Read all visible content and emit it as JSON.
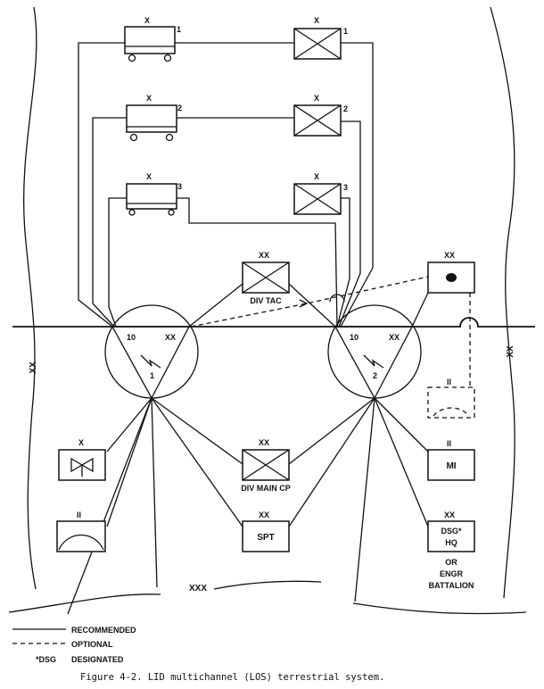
{
  "units": {
    "corps_echelon": "X",
    "division_echelon": "XX",
    "battalion_echelon": "II",
    "hq_numbers": [
      "1",
      "2",
      "3"
    ],
    "node_echelon": "10",
    "node_1_number": "1",
    "node_2_number": "2",
    "div_tac": "DIV TAC",
    "div_main_cp": "DIV MAIN CP",
    "spt": "SPT",
    "mi": "MI",
    "dsg_hq_line1": "DSG*",
    "dsg_hq_line2": "HQ",
    "or_engr_line1": "OR",
    "or_engr_line2": "ENGR",
    "or_engr_line3": "BATTALION",
    "boundary_left": "XX",
    "boundary_right": "XX",
    "boundary_bottom": "XXX"
  },
  "legend": {
    "recommended": "RECOMMENDED",
    "optional": "OPTIONAL",
    "dsg_key": "*DSG",
    "designated": "DESIGNATED"
  },
  "caption": "Figure 4-2. LID multichannel (LOS) terrestrial system."
}
